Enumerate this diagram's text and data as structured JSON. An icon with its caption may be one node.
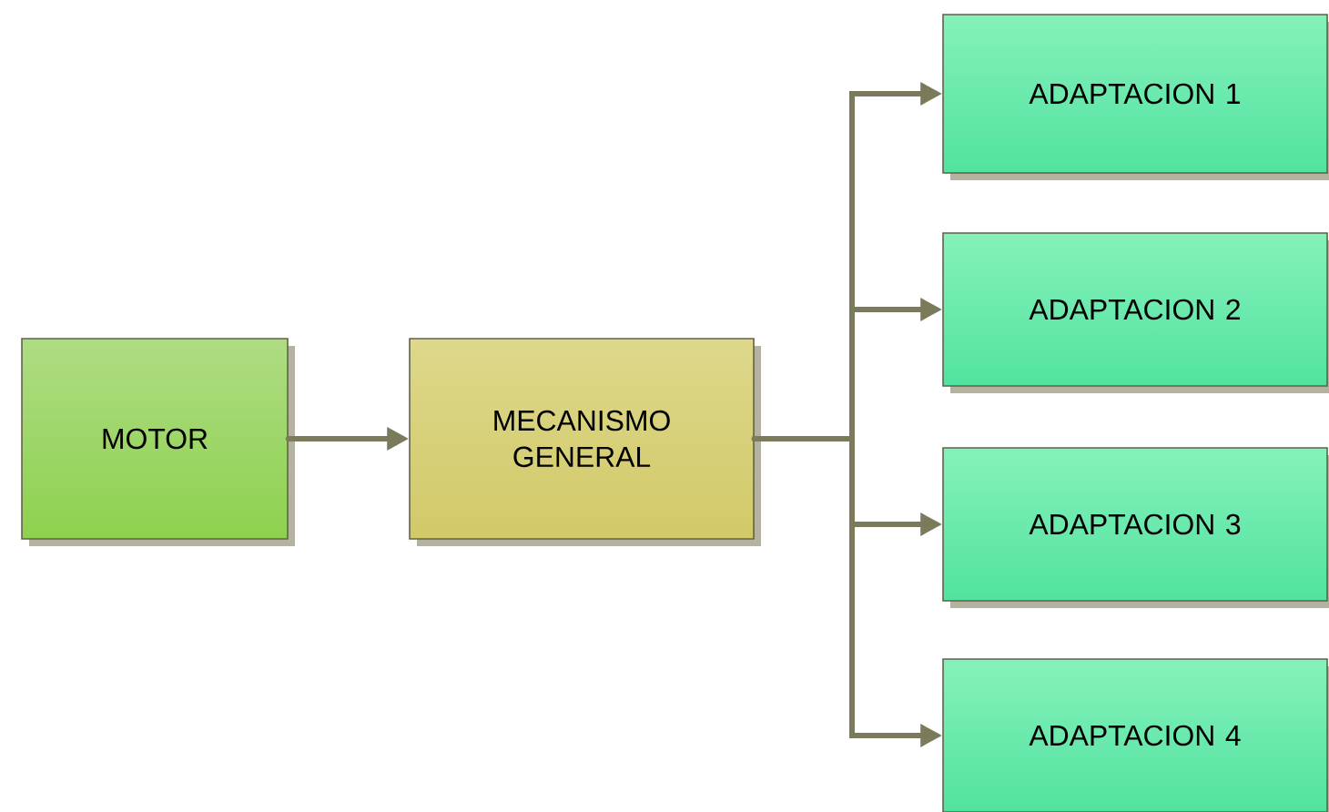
{
  "diagram": {
    "nodes": [
      {
        "text": [
          "MOTOR"
        ]
      },
      {
        "text": [
          "MECANISMO GENERAL"
        ]
      },
      {
        "text": [
          "ADAPTACION 1"
        ]
      },
      {
        "text": [
          "ADAPTACION 2"
        ]
      },
      {
        "text": [
          "ADAPTACION 3"
        ]
      },
      {
        "text": [
          "ADAPTACION 4"
        ]
      }
    ],
    "edges": [
      {
        "from": 0,
        "to": 1,
        "arrow": "to"
      },
      {
        "from": 1,
        "to": 2,
        "arrow": "to"
      },
      {
        "from": 1,
        "to": 3,
        "arrow": "to"
      },
      {
        "from": 1,
        "to": 4,
        "arrow": "to"
      },
      {
        "from": 1,
        "to": 5,
        "arrow": "to"
      }
    ]
  }
}
